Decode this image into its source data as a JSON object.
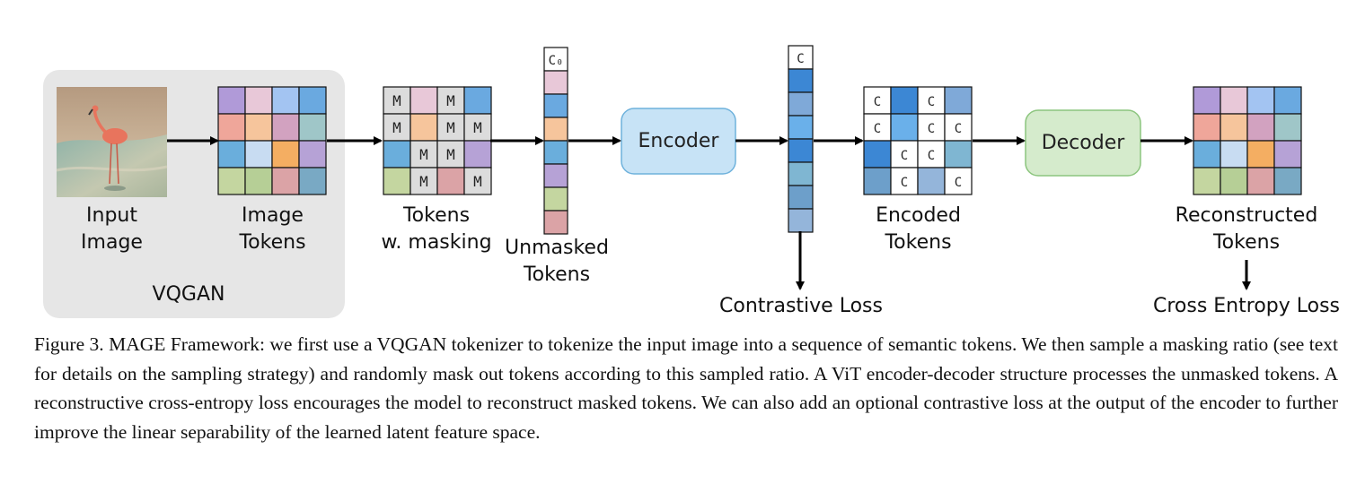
{
  "diagram": {
    "labels": {
      "input_image": [
        "Input",
        "Image"
      ],
      "image_tokens": [
        "Image",
        "Tokens"
      ],
      "vqgan": "VQGAN",
      "tokens_masking": [
        "Tokens",
        "w. masking"
      ],
      "unmasked_tokens": [
        "Unmasked",
        "Tokens"
      ],
      "encoder": "Encoder",
      "encoded_tokens": [
        "Encoded",
        "Tokens"
      ],
      "decoder": "Decoder",
      "reconstructed_tokens": [
        "Reconstructed",
        "Tokens"
      ],
      "contrastive_loss": "Contrastive Loss",
      "cross_entropy_loss": "Cross Entropy Loss"
    },
    "mask_symbol": "M",
    "class_token_first": "C₀",
    "class_token": "C",
    "colors": {
      "vqgan_bg": "#e6e6e6",
      "encoder_fill": "#c7e3f6",
      "encoder_stroke": "#6fb2dc",
      "decoder_fill": "#d5ebcc",
      "decoder_stroke": "#8cc57e",
      "masked_cell": "#dcdcdc"
    },
    "token_grid": [
      [
        "#b09ad8",
        "#e8c8d8",
        "#a3c4f2",
        "#6aa9e0"
      ],
      [
        "#efa69a",
        "#f6c59c",
        "#d2a2c0",
        "#9fc6c8"
      ],
      [
        "#6aaedc",
        "#c8dcf2",
        "#f4ae62",
        "#b6a2d6"
      ],
      [
        "#c4d6a0",
        "#b6cf96",
        "#dba3a6",
        "#79a9c4"
      ]
    ],
    "masked_grid": [
      [
        "M",
        "#e8c8d8",
        "M",
        "#6aa9e0"
      ],
      [
        "M",
        "#f6c59c",
        "M",
        "M"
      ],
      [
        "#6aaedc",
        "M",
        "M",
        "#b6a2d6"
      ],
      [
        "#c4d6a0",
        "M",
        "#dba3a6",
        "M"
      ]
    ],
    "unmasked_sequence": [
      "C₀",
      "#e8c8d8",
      "#6aa9e0",
      "#f6c59c",
      "#6aaedc",
      "#b6a2d6",
      "#c4d6a0",
      "#dba3a6"
    ],
    "encoded_sequence": [
      "C",
      "#3c87d4",
      "#7fa9d8",
      "#6ab0ea",
      "#3c87d4",
      "#7fb6d2",
      "#6d9fca",
      "#94b5da"
    ],
    "encoded_grid": [
      [
        "C",
        "#3c87d4",
        "C",
        "#7fa9d8"
      ],
      [
        "C",
        "#6ab0ea",
        "C",
        "C"
      ],
      [
        "#3c87d4",
        "C",
        "C",
        "#7fb6d2"
      ],
      [
        "#6d9fca",
        "C",
        "#94b5da",
        "C"
      ]
    ],
    "flamingo_image": "flamingo standing in shallow water"
  },
  "caption": {
    "title": "Figure 3.",
    "text": "MAGE Framework: we first use a VQGAN tokenizer to tokenize the input image into a sequence of semantic tokens. We then sample a masking ratio (see text for details on the sampling strategy) and randomly mask out tokens according to this sampled ratio. A ViT encoder-decoder structure processes the unmasked tokens. A reconstructive cross-entropy loss encourages the model to reconstruct masked tokens. We can also add an optional contrastive loss at the output of the encoder to further improve the linear separability of the learned latent feature space."
  }
}
